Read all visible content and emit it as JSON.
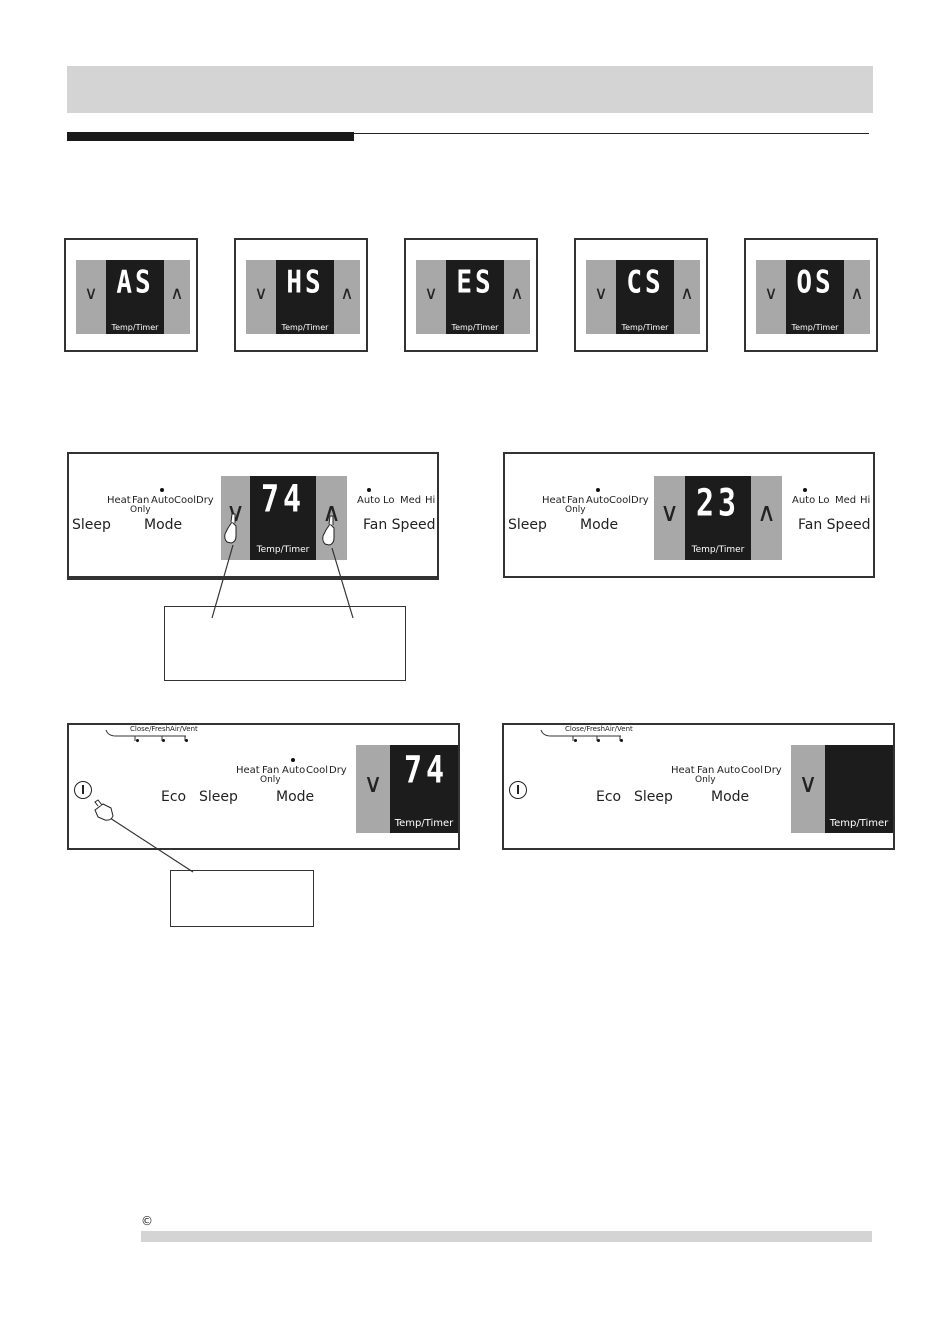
{
  "mode_codes": [
    {
      "code": "AS",
      "label": "Temp/Timer"
    },
    {
      "code": "HS",
      "label": "Temp/Timer"
    },
    {
      "code": "ES",
      "label": "Temp/Timer"
    },
    {
      "code": "CS",
      "label": "Temp/Timer"
    },
    {
      "code": "OS",
      "label": "Temp/Timer"
    }
  ],
  "panel_a": {
    "modes": [
      "Heat",
      "Fan",
      "Auto",
      "Cool",
      "Dry"
    ],
    "fan_only": "Only",
    "sleep": "Sleep",
    "mode": "Mode",
    "speeds": [
      "Auto",
      "Lo",
      "Med",
      "Hi"
    ],
    "fan_speed": "Fan Speed",
    "display": "74",
    "screen_label": "Temp/Timer"
  },
  "panel_b": {
    "modes": [
      "Heat",
      "Fan",
      "Auto",
      "Cool",
      "Dry"
    ],
    "fan_only": "Only",
    "sleep": "Sleep",
    "mode": "Mode",
    "speeds": [
      "Auto",
      "Lo",
      "Med",
      "Hi"
    ],
    "fan_speed": "Fan Speed",
    "display": "23",
    "screen_label": "Temp/Timer"
  },
  "panel_c": {
    "vent": "Close/FreshAir/Vent",
    "modes": [
      "Heat",
      "Fan",
      "Auto",
      "Cool",
      "Dry"
    ],
    "fan_only": "Only",
    "eco": "Eco",
    "sleep": "Sleep",
    "mode": "Mode",
    "display": "74",
    "screen_label": "Temp/Timer"
  },
  "panel_d": {
    "vent": "Close/FreshAir/Vent",
    "modes": [
      "Heat",
      "Fan",
      "Auto",
      "Cool",
      "Dry"
    ],
    "fan_only": "Only",
    "eco": "Eco",
    "sleep": "Sleep",
    "mode": "Mode",
    "display": "",
    "screen_label": "Temp/Timer"
  },
  "footer": {
    "copyright": "©"
  }
}
